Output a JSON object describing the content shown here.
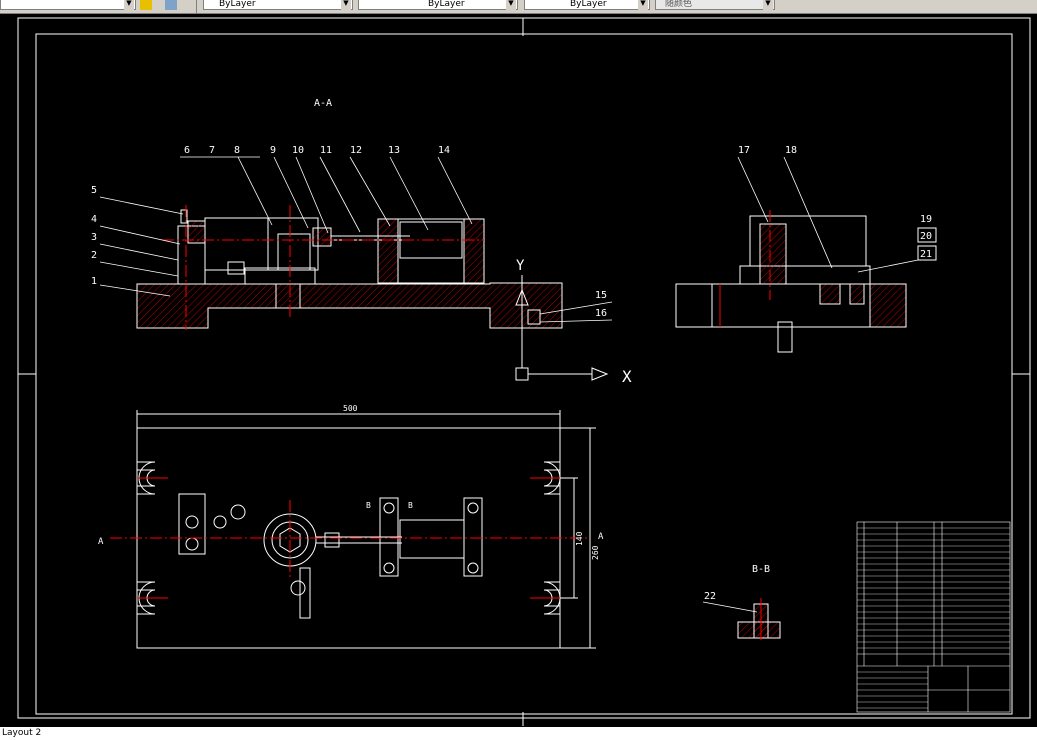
{
  "toolbar": {
    "color_value": "ByLayer",
    "linetype_value": "ByLayer",
    "lineweight_value": "ByLayer",
    "plotstyle_value": "随颜色"
  },
  "drawing": {
    "section_aa_label": "A-A",
    "section_bb_label": "B-B",
    "part_numbers": [
      "1",
      "2",
      "3",
      "4",
      "5",
      "6",
      "7",
      "8",
      "9",
      "10",
      "11",
      "12",
      "13",
      "14",
      "15",
      "16",
      "17",
      "18",
      "19",
      "20",
      "21",
      "22"
    ],
    "dim_length": "500",
    "dim_width_outer": "260",
    "dim_width_inner": "140",
    "section_mark_a_left": "A",
    "section_mark_a_right": "A",
    "section_mark_b_left": "B",
    "section_mark_b_right": "B",
    "ucs_x": "X",
    "ucs_y": "Y"
  },
  "colors": {
    "background": "#000000",
    "lines": "#ffffff",
    "centerline": "#ff0000",
    "hatch": "#ff0000"
  },
  "cmdline": {
    "text": "Layout 2"
  }
}
